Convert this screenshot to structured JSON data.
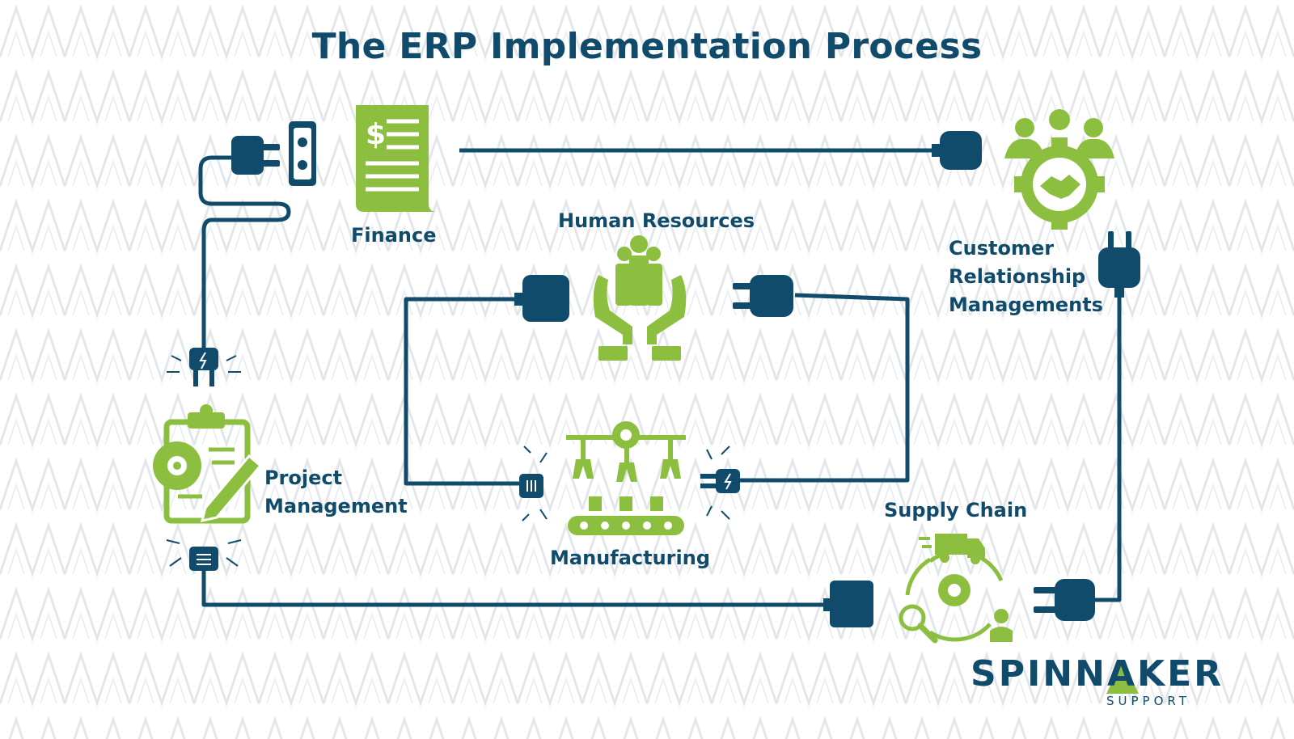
{
  "title": "The ERP Implementation Process",
  "colors": {
    "navy": "#114b6b",
    "green": "#8cbf3f",
    "pattern": "#e4e7ea"
  },
  "modules": {
    "finance": {
      "label": "Finance",
      "icon": "invoice-document-icon"
    },
    "human_resources": {
      "label": "Human Resources",
      "icon": "people-in-hands-icon"
    },
    "crm": {
      "line1": "Customer",
      "line2": "Relationship",
      "line3": "Managements",
      "icon": "handshake-gear-team-icon"
    },
    "project_management": {
      "line1": "Project",
      "line2": "Management",
      "icon": "clipboard-gear-pencil-icon"
    },
    "manufacturing": {
      "label": "Manufacturing",
      "icon": "robotic-assembly-line-icon"
    },
    "supply_chain": {
      "label": "Supply Chain",
      "icon": "truck-gear-cycle-icon"
    }
  },
  "logo": {
    "main": "SPINNAKER",
    "sub": "SUPPORT"
  }
}
